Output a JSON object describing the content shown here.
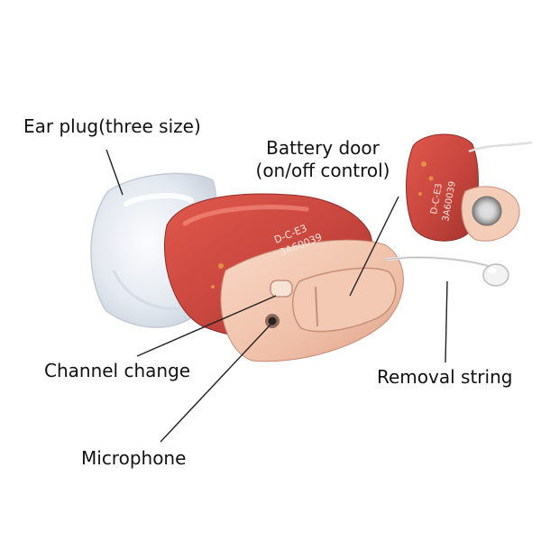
{
  "labels": {
    "ear_plug": "Ear plug(three size)",
    "battery_door_line1": "Battery door",
    "battery_door_line2": "(on/off control)",
    "channel_change": "Channel change",
    "microphone": "Microphone",
    "removal_string": "Removal string"
  },
  "device_printing": {
    "model": "D-C-E3",
    "serial": "3A60039"
  },
  "colors": {
    "shell_red": "#c9473f",
    "faceplate_skin": "#f3c6b0",
    "ear_plug": "#e6eaf0",
    "leader_line": "#222222",
    "text": "#111111"
  }
}
